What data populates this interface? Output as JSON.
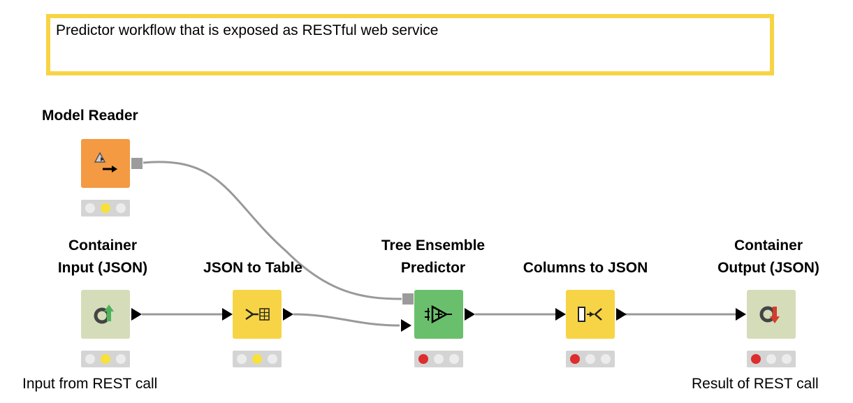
{
  "annotation": {
    "text": "Predictor workflow that is exposed as RESTful web service"
  },
  "colors": {
    "annotation_border": "#f7d445",
    "reader_node": "#f39a42",
    "manipulator_node": "#f7d445",
    "predictor_node": "#6abf6d",
    "container_node": "#d5dcb9",
    "status_red": "#dd2d2d",
    "status_yellow": "#f7e13a",
    "status_off": "#ececec",
    "connection": "#999999"
  },
  "nodes": {
    "model_reader": {
      "title": "Model Reader",
      "icon": "model-reader-icon",
      "status": "yellow"
    },
    "container_input": {
      "title_line1": "Container",
      "title_line2": "Input (JSON)",
      "icon": "container-input-icon",
      "caption": "Input from REST call",
      "status": "yellow"
    },
    "json_to_table": {
      "title": "JSON to Table",
      "icon": "json-to-table-icon",
      "status": "yellow"
    },
    "tree_ensemble_predictor": {
      "title_line1": "Tree Ensemble",
      "title_line2": "Predictor",
      "icon": "predictor-icon",
      "status": "red"
    },
    "columns_to_json": {
      "title": "Columns to JSON",
      "icon": "columns-to-json-icon",
      "status": "red"
    },
    "container_output": {
      "title_line1": "Container",
      "title_line2": "Output (JSON)",
      "icon": "container-output-icon",
      "caption": "Result of REST call",
      "status": "red"
    }
  }
}
